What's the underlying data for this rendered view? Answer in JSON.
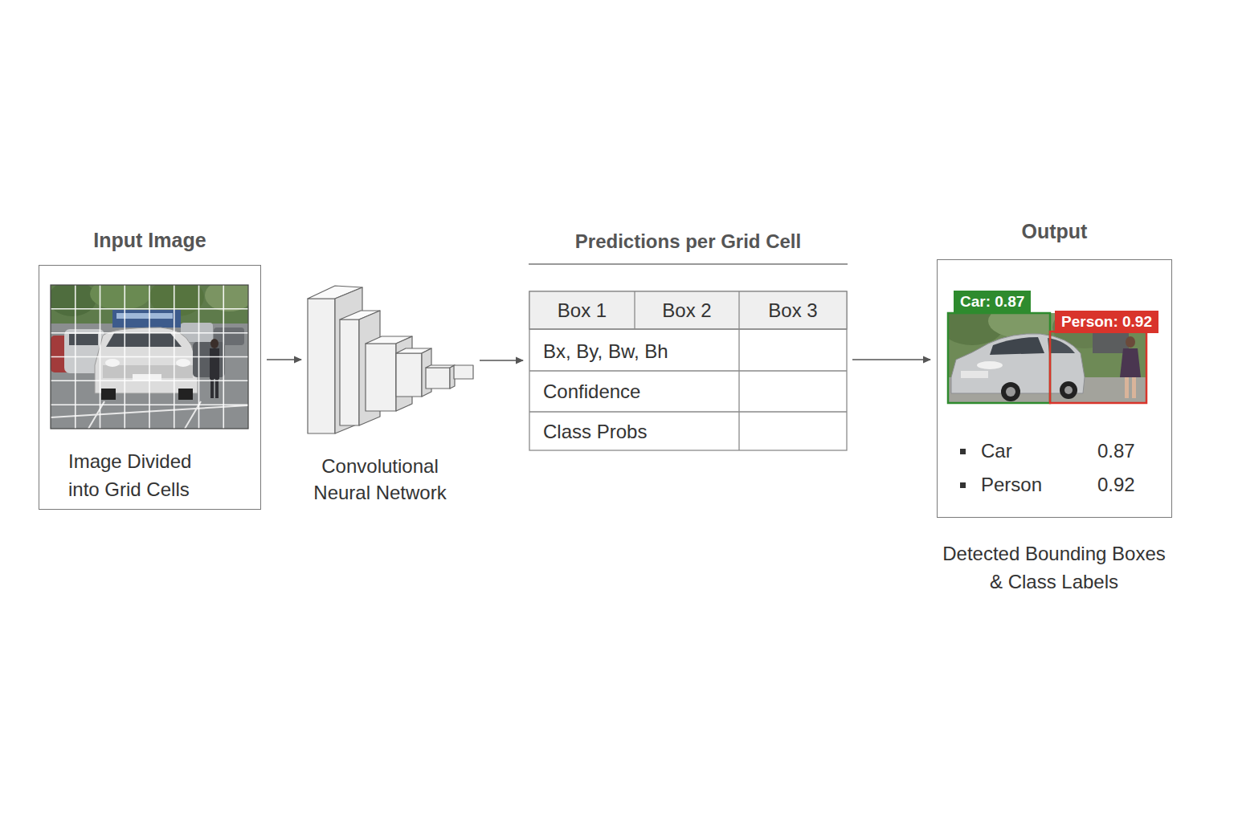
{
  "diagram": {
    "nodes": [
      {
        "text": [
          "Input Image",
          "Image Divided into Grid Cells"
        ]
      },
      {
        "text": [
          "Convolutional Neural Network"
        ]
      },
      {
        "text": [
          "Predictions per Grid Cell",
          "Box 1",
          "Box 2",
          "Box 3",
          "Bx, By, Bw, Bh",
          "Confidence",
          "Class Probs"
        ]
      },
      {
        "text": [
          "Output",
          "Detected Bounding Boxes & Class Labels"
        ]
      }
    ],
    "edges": [
      {
        "from": 0,
        "to": 1,
        "arrow": "to"
      },
      {
        "from": 1,
        "to": 2,
        "arrow": "to"
      },
      {
        "from": 2,
        "to": 3,
        "arrow": "to"
      }
    ],
    "labels": [
      "Car: 0.87",
      "Person: 0.92",
      "Car",
      "0.87",
      "Person",
      "0.92"
    ]
  }
}
